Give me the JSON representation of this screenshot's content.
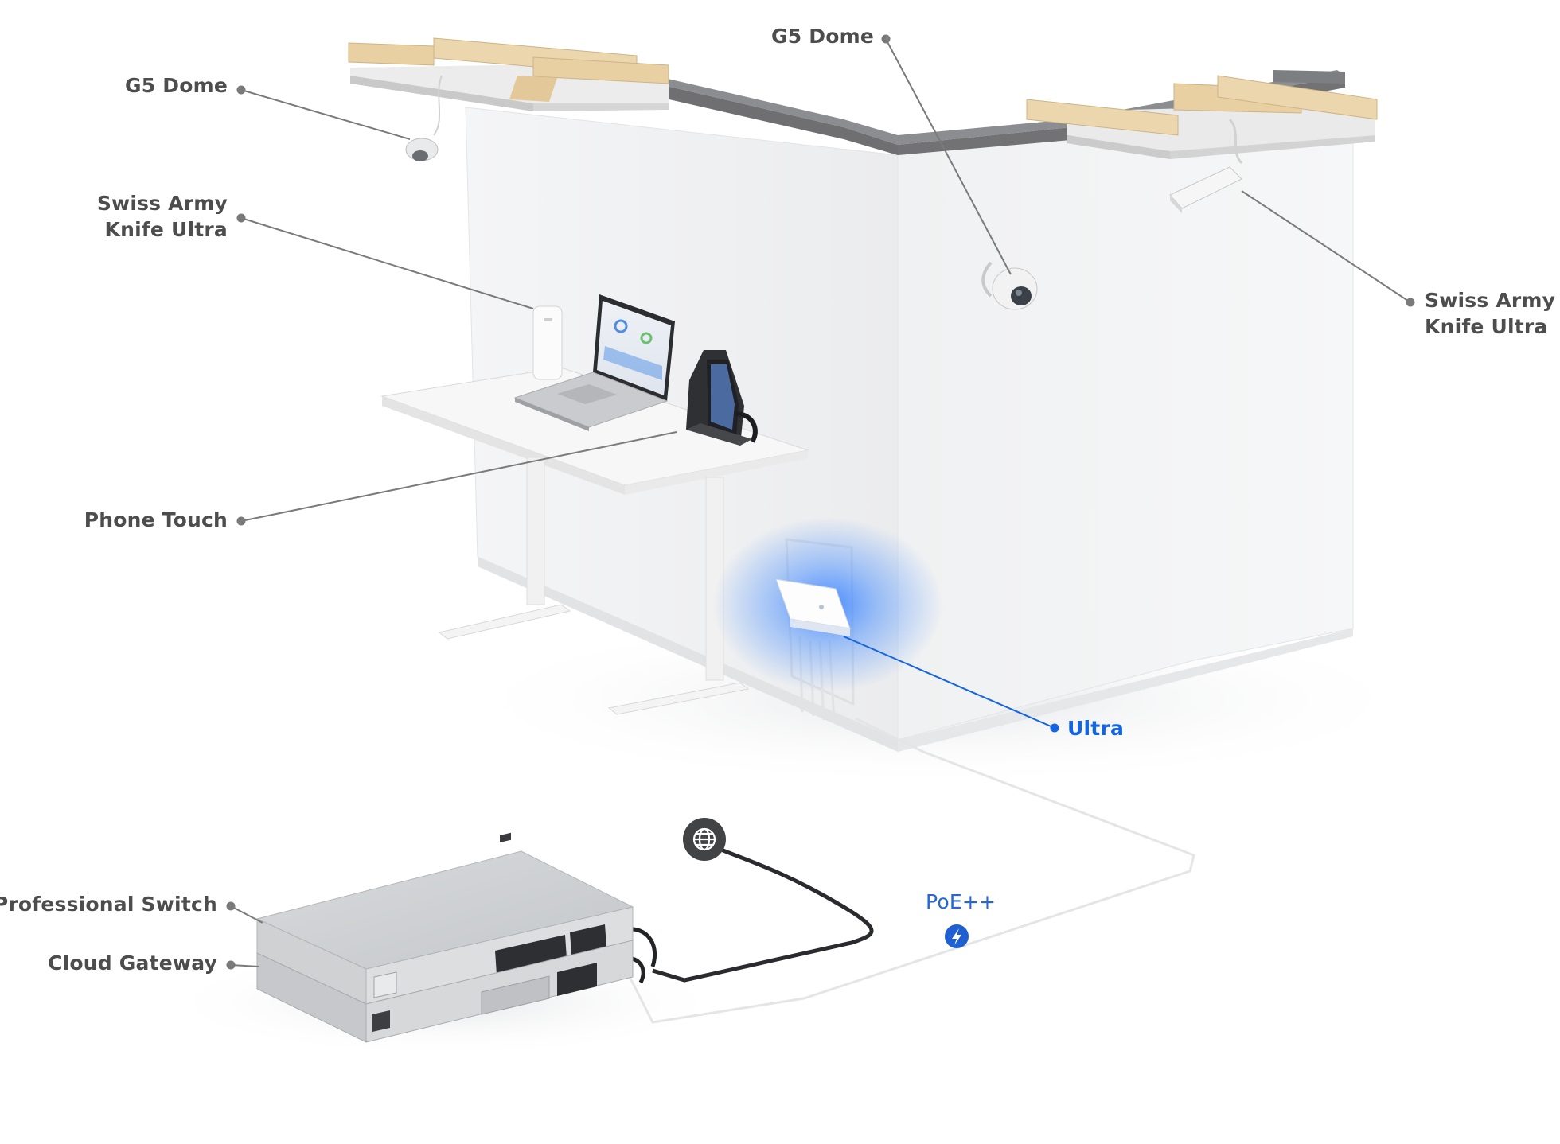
{
  "labels": {
    "g5_dome_left": "G5 Dome",
    "g5_dome_center": "G5 Dome",
    "swiss_left_line1": "Swiss Army",
    "swiss_left_line2": "Knife Ultra",
    "swiss_right_line1": "Swiss Army",
    "swiss_right_line2": "Knife Ultra",
    "phone_touch": "Phone Touch",
    "ultra": "Ultra",
    "poe": "PoE++",
    "professional_switch": "Professional Switch",
    "cloud_gateway": "Cloud Gateway"
  },
  "icons": {
    "internet": "globe-icon",
    "power": "lightning-bolt-icon"
  },
  "colors": {
    "label_text": "#4d4d4d",
    "callout_line": "#7a7a7a",
    "highlight_blue": "#1565e0",
    "poe_badge": "#1f5fd0",
    "internet_badge": "#3f3f3f",
    "wall": "#f1f2f3",
    "wood": "#e9d2a8"
  }
}
